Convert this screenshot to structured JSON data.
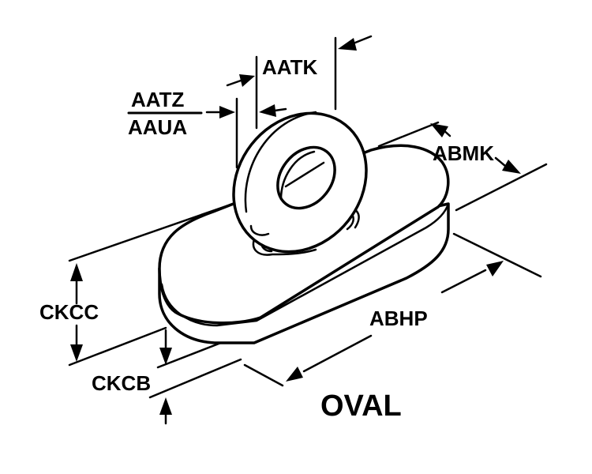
{
  "diagram": {
    "title": "OVAL",
    "labels": {
      "aatk": "AATK",
      "aatz": "AATZ",
      "aaua": "AAUA",
      "abmk": "ABMK",
      "abhp": "ABHP",
      "ckcc": "CKCC",
      "ckcb": "CKCB"
    },
    "colors": {
      "line": "#000000",
      "background": "#ffffff"
    }
  }
}
